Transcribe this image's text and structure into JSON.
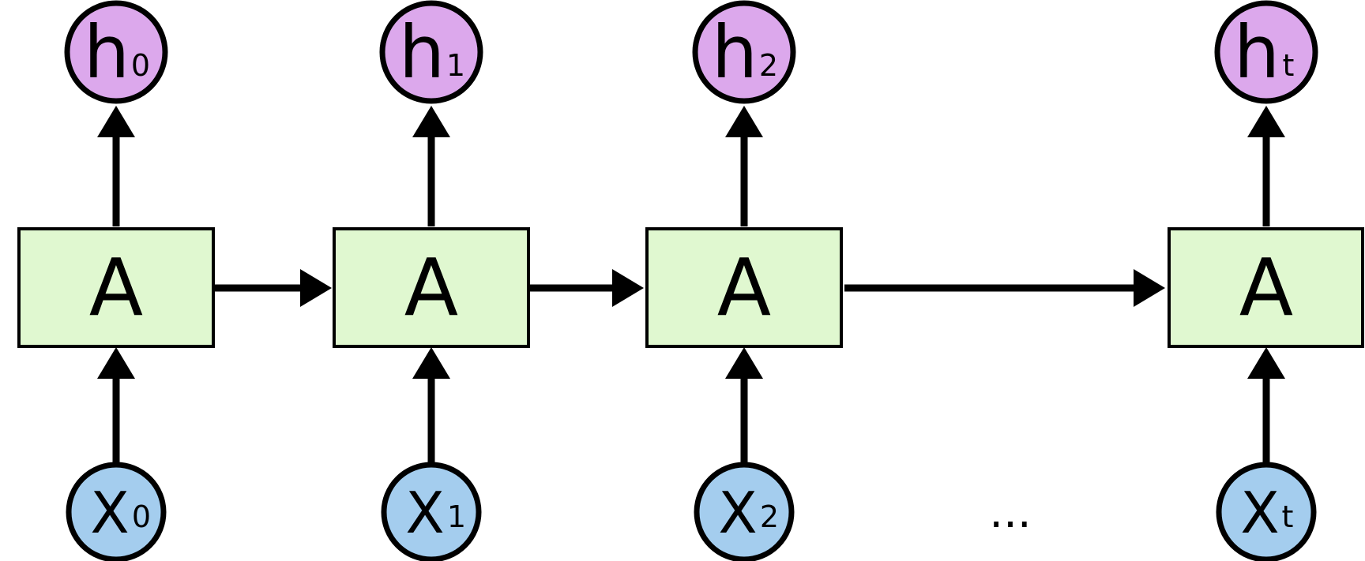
{
  "colors": {
    "cell_fill": "#e0f8d0",
    "output_fill": "#dca8ec",
    "input_fill": "#a4cdee",
    "stroke": "#000000"
  },
  "steps": [
    {
      "cell_label": "A",
      "output_main": "h",
      "output_sub": "0",
      "input_main": "X",
      "input_sub": "0"
    },
    {
      "cell_label": "A",
      "output_main": "h",
      "output_sub": "1",
      "input_main": "X",
      "input_sub": "1"
    },
    {
      "cell_label": "A",
      "output_main": "h",
      "output_sub": "2",
      "input_main": "X",
      "input_sub": "2"
    },
    {
      "cell_label": "A",
      "output_main": "h",
      "output_sub": "t",
      "input_main": "X",
      "input_sub": "t"
    }
  ],
  "ellipsis": "..."
}
